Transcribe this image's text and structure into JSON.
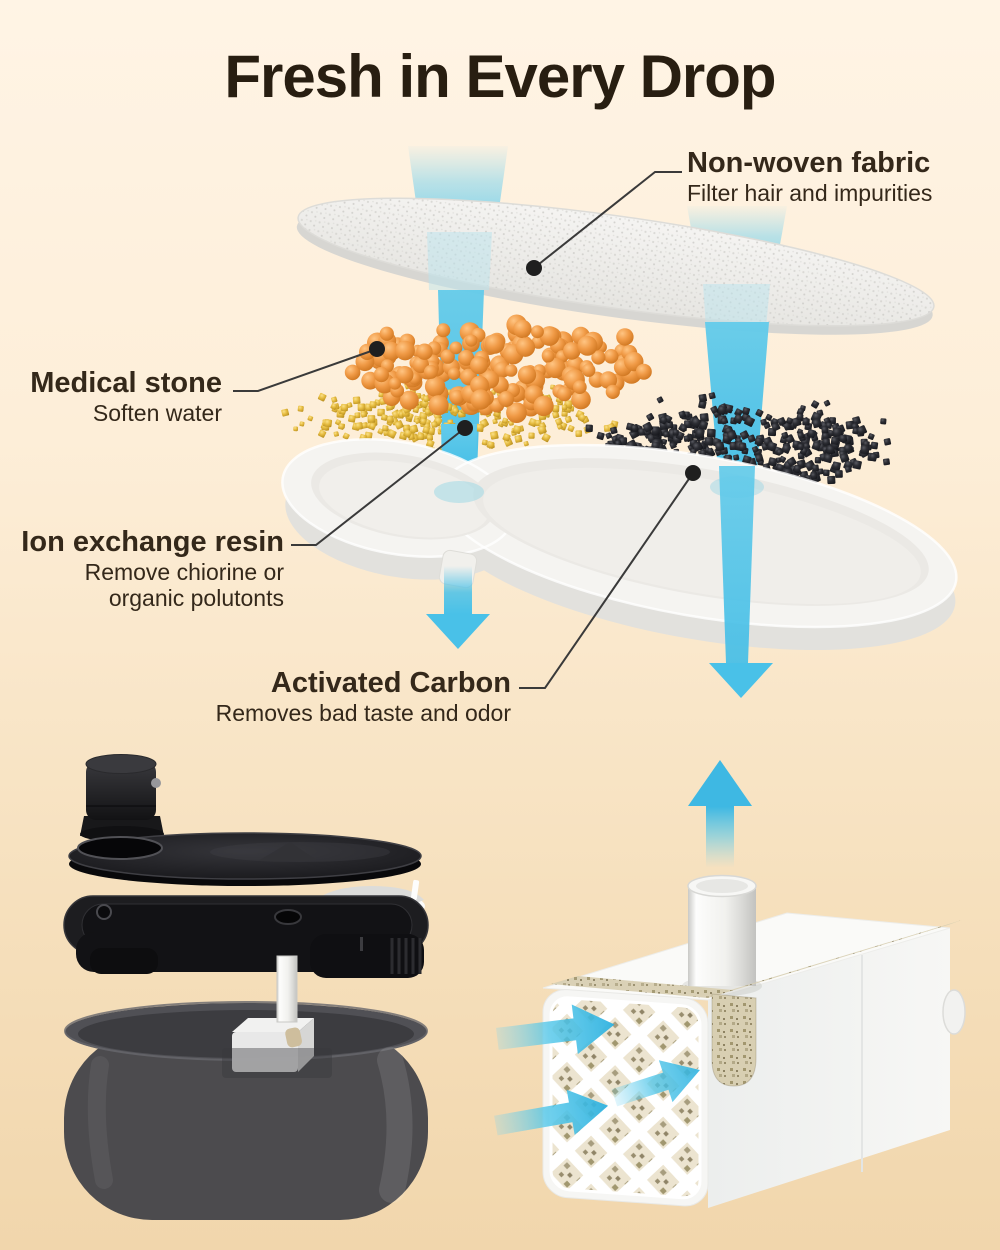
{
  "page": {
    "title": "Fresh in Every Drop",
    "background_top": "#fff4e5",
    "background_bottom": "#f1d6ac",
    "text_color": "#34281a"
  },
  "callouts": {
    "non_woven_fabric": {
      "title": "Non-woven fabric",
      "description": "Filter hair and impurities"
    },
    "medical_stone": {
      "title": "Medical stone",
      "description": "Soften water"
    },
    "ion_exchange_resin": {
      "title": "Ion exchange resin",
      "description_line1": "Remove chiorine or",
      "description_line2": "organic polutonts"
    },
    "activated_carbon": {
      "title": "Activated Carbon",
      "description": "Removes bad taste and odor"
    }
  },
  "materials": {
    "water_color": "#49c1e8",
    "medical_stone_color": "#ef9340",
    "ion_exchange_resin_color": "#e3b93e",
    "activated_carbon_color": "#2a2b30"
  }
}
